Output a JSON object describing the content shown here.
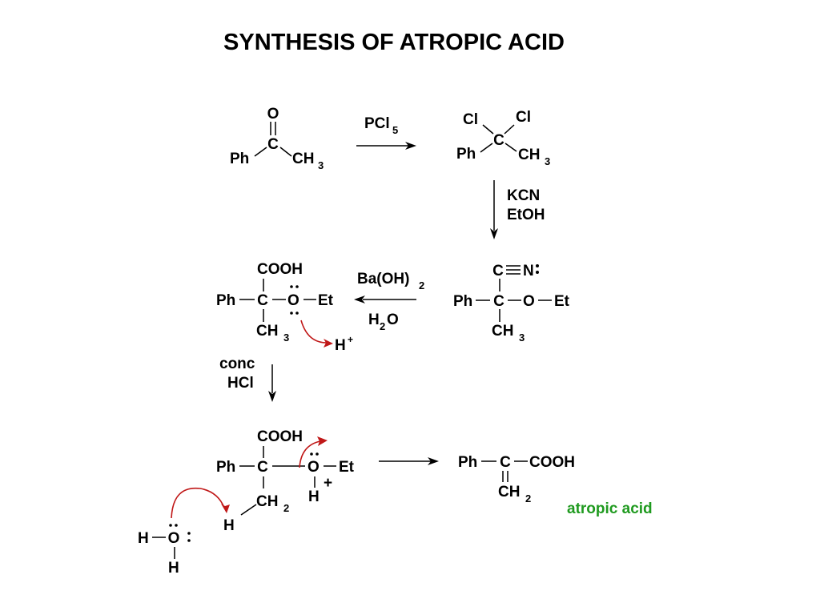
{
  "title": "SYNTHESIS OF ATROPIC ACID",
  "reagents": {
    "step1": "PCl",
    "step1_sub": "5",
    "step2a": "KCN",
    "step2b": "EtOH",
    "step3a": "Ba(OH)",
    "step3a_sub": "2",
    "step3b_h": "H",
    "step3b_sub": "2",
    "step3b_o": "O",
    "step4a": "conc",
    "step4b": "HCl"
  },
  "atoms": {
    "O": "O",
    "C": "C",
    "Ph": "Ph",
    "CH": "CH",
    "sub3": "3",
    "sub2": "2",
    "Cl": "Cl",
    "N": "N",
    "Et": "Et",
    "COOH": "COOH",
    "H": "H",
    "Hplus": "H",
    "plus": "+"
  },
  "product_label": "atropic acid",
  "colors": {
    "arrow_curly": "#c01818",
    "product_label": "#1f9a1f"
  }
}
